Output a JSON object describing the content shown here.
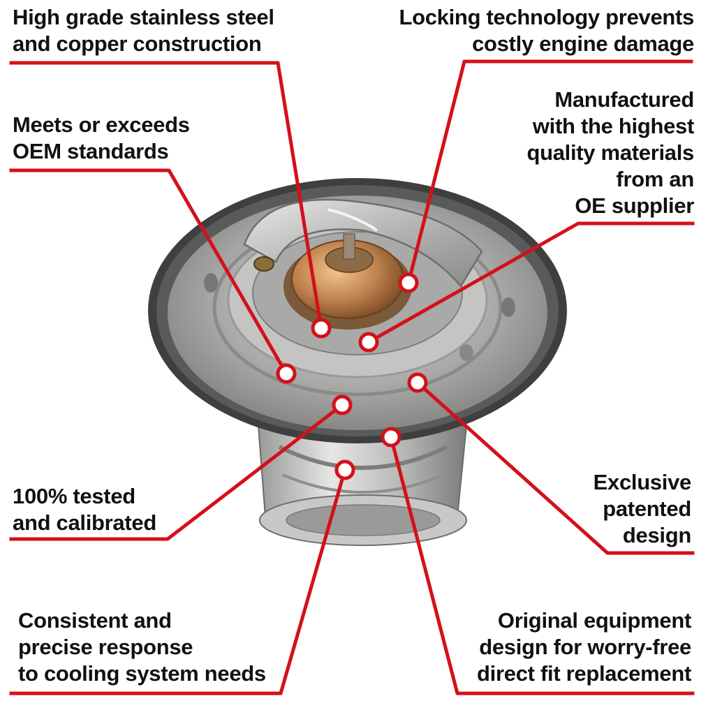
{
  "callouts": [
    {
      "id": "high-grade",
      "lines": [
        "High grade stainless steel",
        "and copper construction"
      ]
    },
    {
      "id": "locking",
      "lines": [
        "Locking technology prevents",
        "costly engine damage"
      ]
    },
    {
      "id": "oem",
      "lines": [
        "Meets or exceeds",
        "OEM standards"
      ]
    },
    {
      "id": "manufactured",
      "lines": [
        "Manufactured",
        "with the highest",
        "quality materials",
        "from an",
        "OE supplier"
      ]
    },
    {
      "id": "tested",
      "lines": [
        "100% tested",
        "and calibrated"
      ]
    },
    {
      "id": "exclusive",
      "lines": [
        "Exclusive",
        "patented",
        "design"
      ]
    },
    {
      "id": "consistent",
      "lines": [
        "Consistent and",
        "precise response",
        "to cooling system needs"
      ]
    },
    {
      "id": "original",
      "lines": [
        "Original equipment",
        "design for worry-free",
        "direct fit replacement"
      ]
    }
  ],
  "colors": {
    "callout_line": "#d4101a",
    "text": "#111111",
    "gasket": "#4a4a4a",
    "steel_light": "#d8d8d6",
    "steel_dark": "#8c8c8a",
    "copper": "#b8804a"
  }
}
